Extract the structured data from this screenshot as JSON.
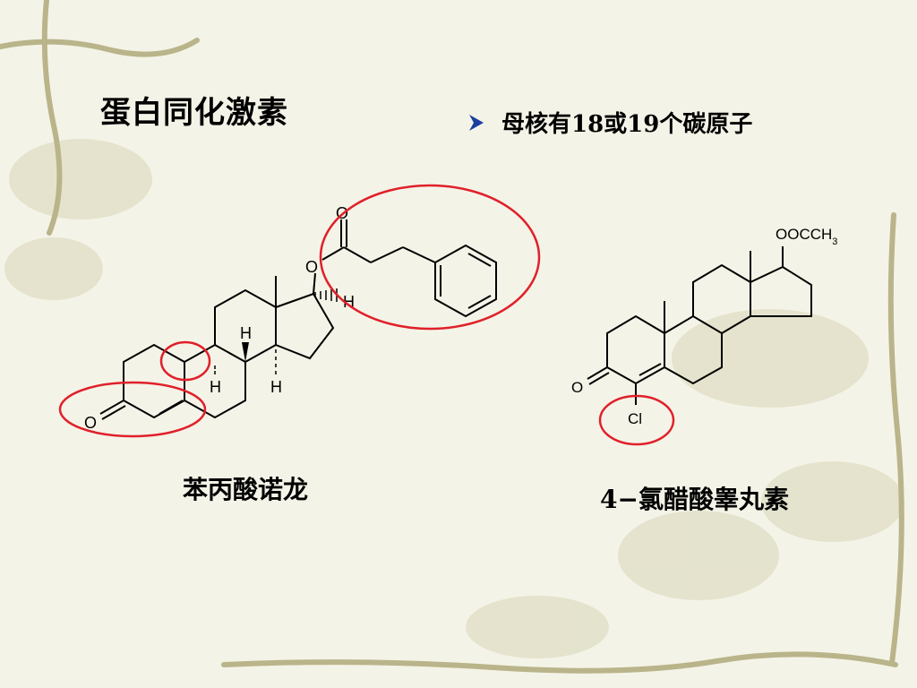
{
  "slide": {
    "title": "蛋白同化激素",
    "bullet_text": "母核有18或19个碳原子"
  },
  "molecule_left": {
    "name": "苯丙酸诺龙",
    "labels": {
      "carbonyl_o": "O",
      "ester_o": "O",
      "ketone_o": "O",
      "h17": "H",
      "h8": "H",
      "h9": "H",
      "h14": "H"
    }
  },
  "molecule_right": {
    "name": "4−氯醋酸睾丸素",
    "labels": {
      "ester_main": "OOCCH",
      "ester_sub": "3",
      "ketone_o": "O",
      "chloro": "Cl"
    }
  },
  "colors": {
    "highlight_circle": "#e0202a",
    "bullet_arrow": "#1b3fa0",
    "vine": "#b8b48a"
  }
}
